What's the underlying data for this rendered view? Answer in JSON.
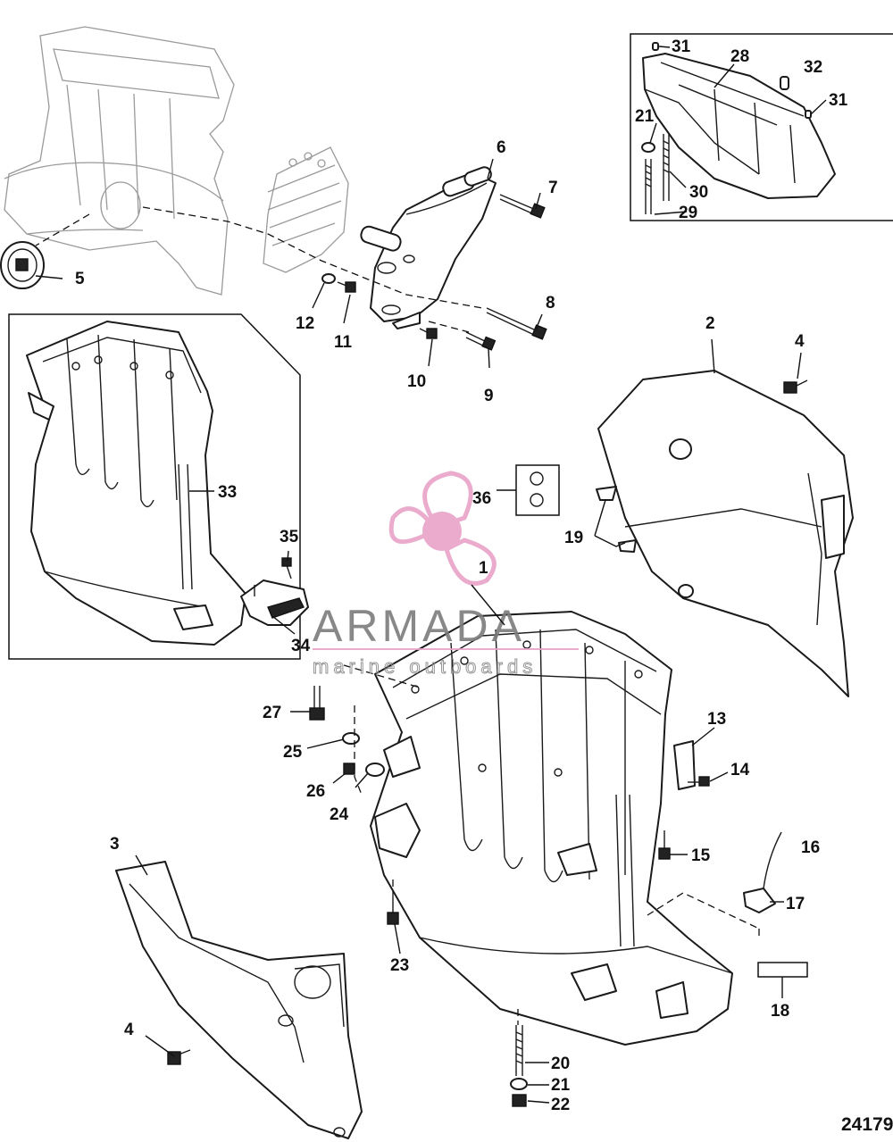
{
  "figure_number": "24179",
  "watermark": {
    "brand": "ARMADA",
    "tagline": "marine outboards",
    "accent_color": "#e8a3c8"
  },
  "callouts": {
    "c1": "1",
    "c2": "2",
    "c3": "3",
    "c4a": "4",
    "c4b": "4",
    "c5": "5",
    "c6": "6",
    "c7": "7",
    "c8": "8",
    "c9": "9",
    "c10": "10",
    "c11": "11",
    "c12": "12",
    "c13": "13",
    "c14": "14",
    "c15": "15",
    "c16": "16",
    "c17": "17",
    "c18": "18",
    "c19": "19",
    "c20": "20",
    "c21a": "21",
    "c21b": "21",
    "c22": "22",
    "c23": "23",
    "c24": "24",
    "c25": "25",
    "c26": "26",
    "c27": "27",
    "c28": "28",
    "c29": "29",
    "c30": "30",
    "c31a": "31",
    "c31b": "31",
    "c32": "32",
    "c33": "33",
    "c34": "34",
    "c35": "35",
    "c36": "36"
  }
}
